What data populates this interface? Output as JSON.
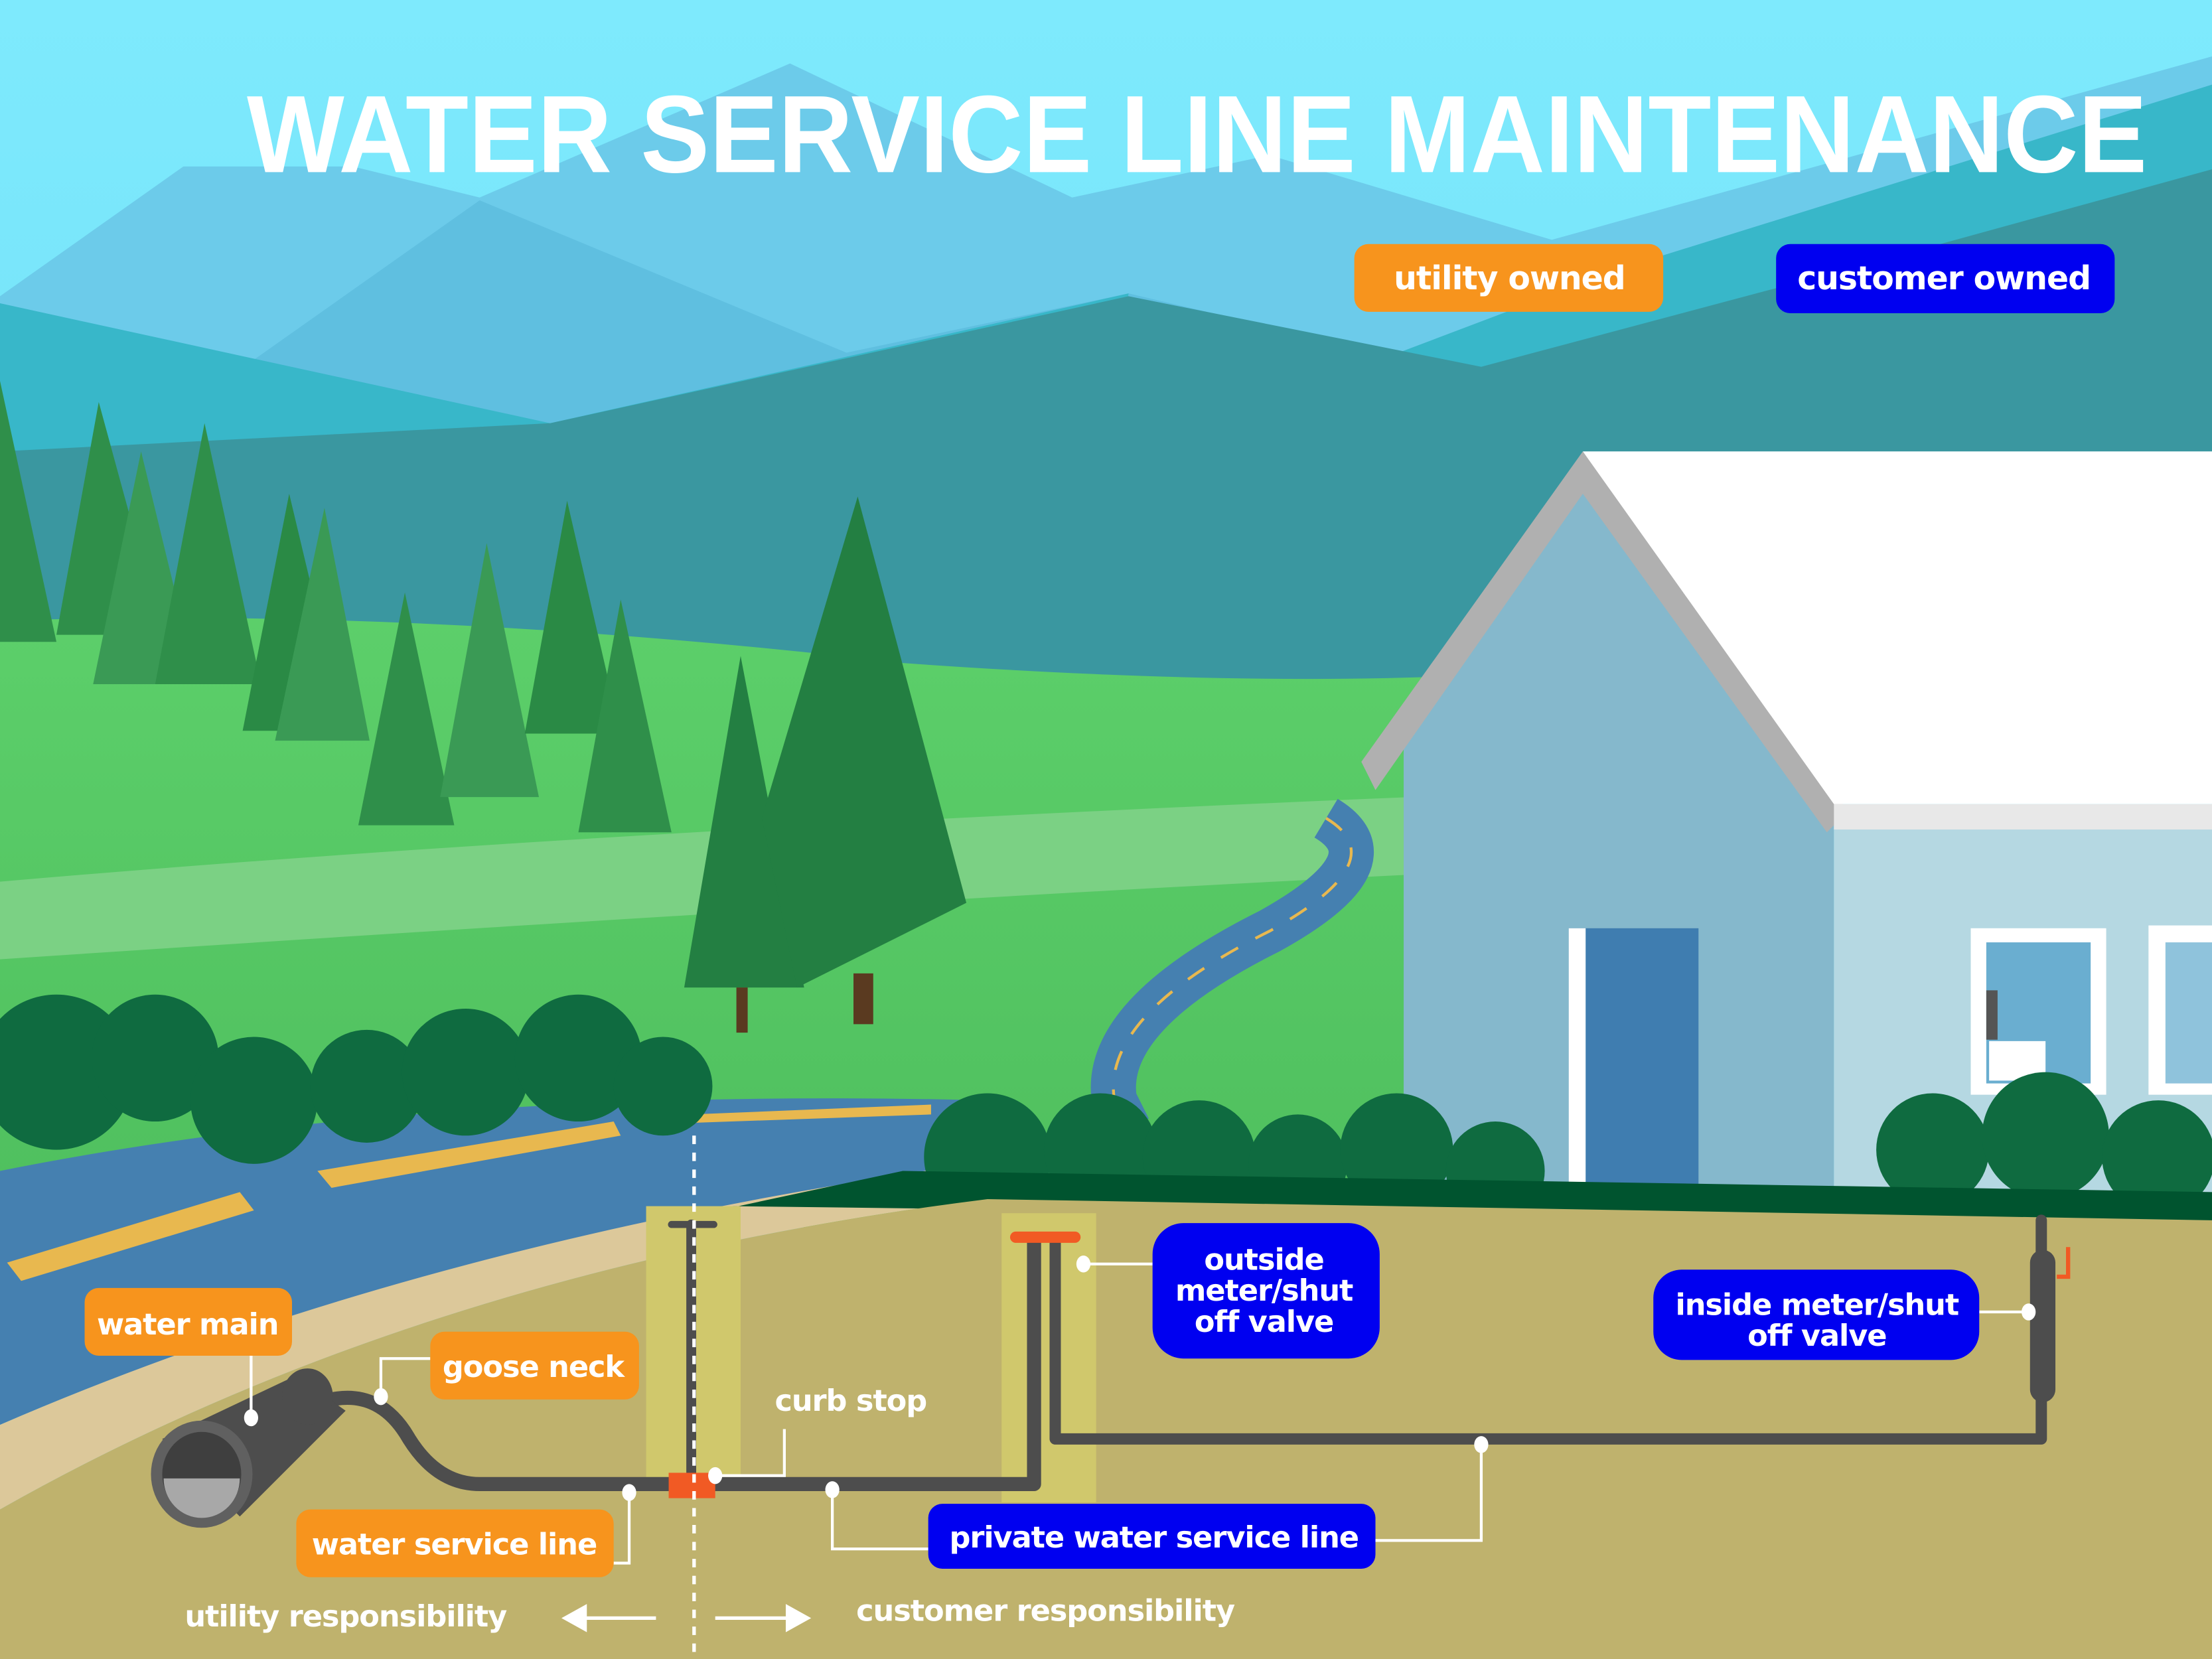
{
  "title": "WATER SERVICE LINE MAINTENANCE",
  "legend": [
    {
      "label": "utility owned",
      "color": "#f7941d"
    },
    {
      "label": "customer owned",
      "color": "#0000f0"
    }
  ],
  "labels": {
    "water_main": "water main",
    "goose_neck": "goose neck",
    "curb_stop": "curb stop",
    "water_service_line": "water service line",
    "outside_meter": [
      "outside",
      "meter/shut",
      "off valve"
    ],
    "private_line": "private water service line",
    "inside_meter": [
      "inside meter/shut",
      "off valve"
    ],
    "utility_responsibility": "utility responsibility",
    "customer_responsibility": "customer responsibility"
  },
  "colors": {
    "utility": "#f7941d",
    "customer": "#0000f0",
    "pipe": "#4d4d4d",
    "valve": "#f15a24",
    "ground": "#bfb26d"
  }
}
